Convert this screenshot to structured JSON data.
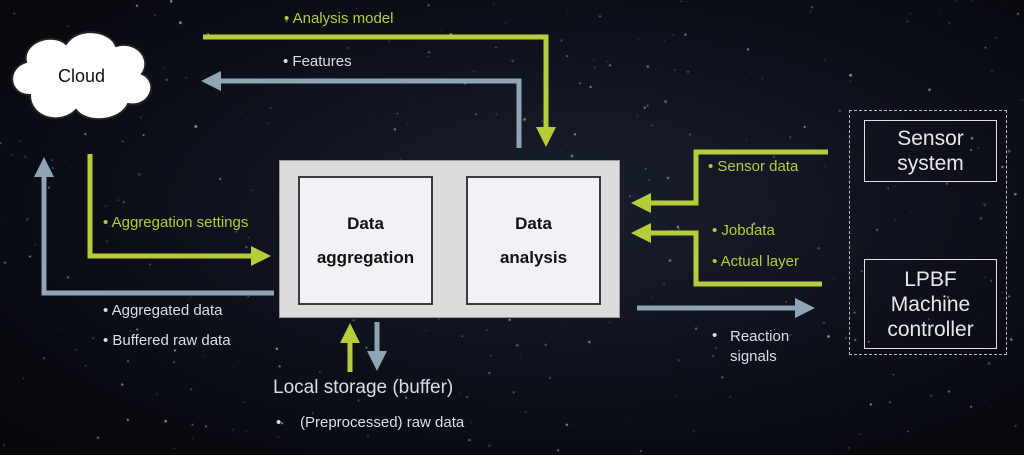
{
  "cloud": {
    "label": "Cloud"
  },
  "processing": {
    "aggregation_label": "Data\naggregation",
    "analysis_label": "Data\nanalysis"
  },
  "devices": {
    "sensor_label": "Sensor\nsystem",
    "machine_label": "LPBF\nMachine\ncontroller"
  },
  "storage": {
    "title": "Local storage (buffer)",
    "bullet": "•",
    "item": "(Preprocessed) raw data"
  },
  "flows": {
    "analysis_model": "• Analysis model",
    "features": "• Features",
    "aggregation_settings": "• Aggregation settings",
    "aggregated_data": "• Aggregated data",
    "buffered_raw_data": "• Buffered raw data",
    "sensor_data": "• Sensor data",
    "jobdata": "• Jobdata",
    "actual_layer": "• Actual layer",
    "reaction_bullet": "•",
    "reaction_signals": "Reaction\nsignals"
  },
  "colors": {
    "green": "#b7cc3a",
    "gray": "#8fa4b4",
    "background": "#0c0f18"
  }
}
